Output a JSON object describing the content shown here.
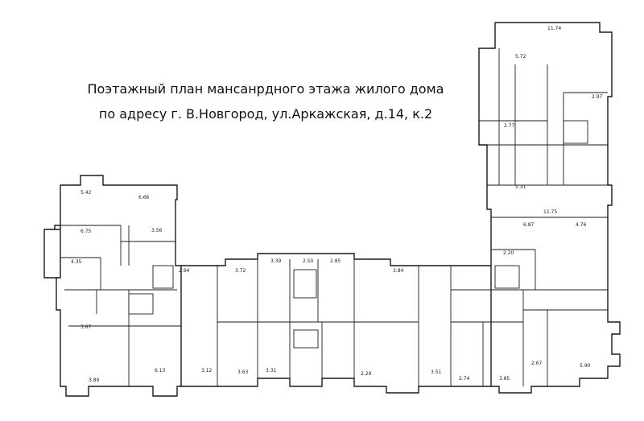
{
  "title": {
    "line1": "Поэтажный план мансанрдного этажа жилого дома",
    "line2": "по адресу г. В.Новгород, ул.Аркажская, д.14, к.2"
  },
  "colors": {
    "ink": "#1a1a1a",
    "background": "#ffffff"
  },
  "dimension_labels": [
    "11.74",
    "5.72",
    "5.42",
    "6.66",
    "6.75",
    "3.56",
    "4.35",
    "2.94",
    "3.72",
    "3.39",
    "2.50",
    "2.85",
    "3.84",
    "6.87",
    "4.76",
    "11.75",
    "5.31",
    "3.67",
    "3.89",
    "3.63",
    "6.13",
    "3.31",
    "3.51",
    "3.12",
    "2.74",
    "2.20",
    "2.29",
    "3.85",
    "5.90",
    "2.97",
    "2.77",
    "2.67"
  ]
}
